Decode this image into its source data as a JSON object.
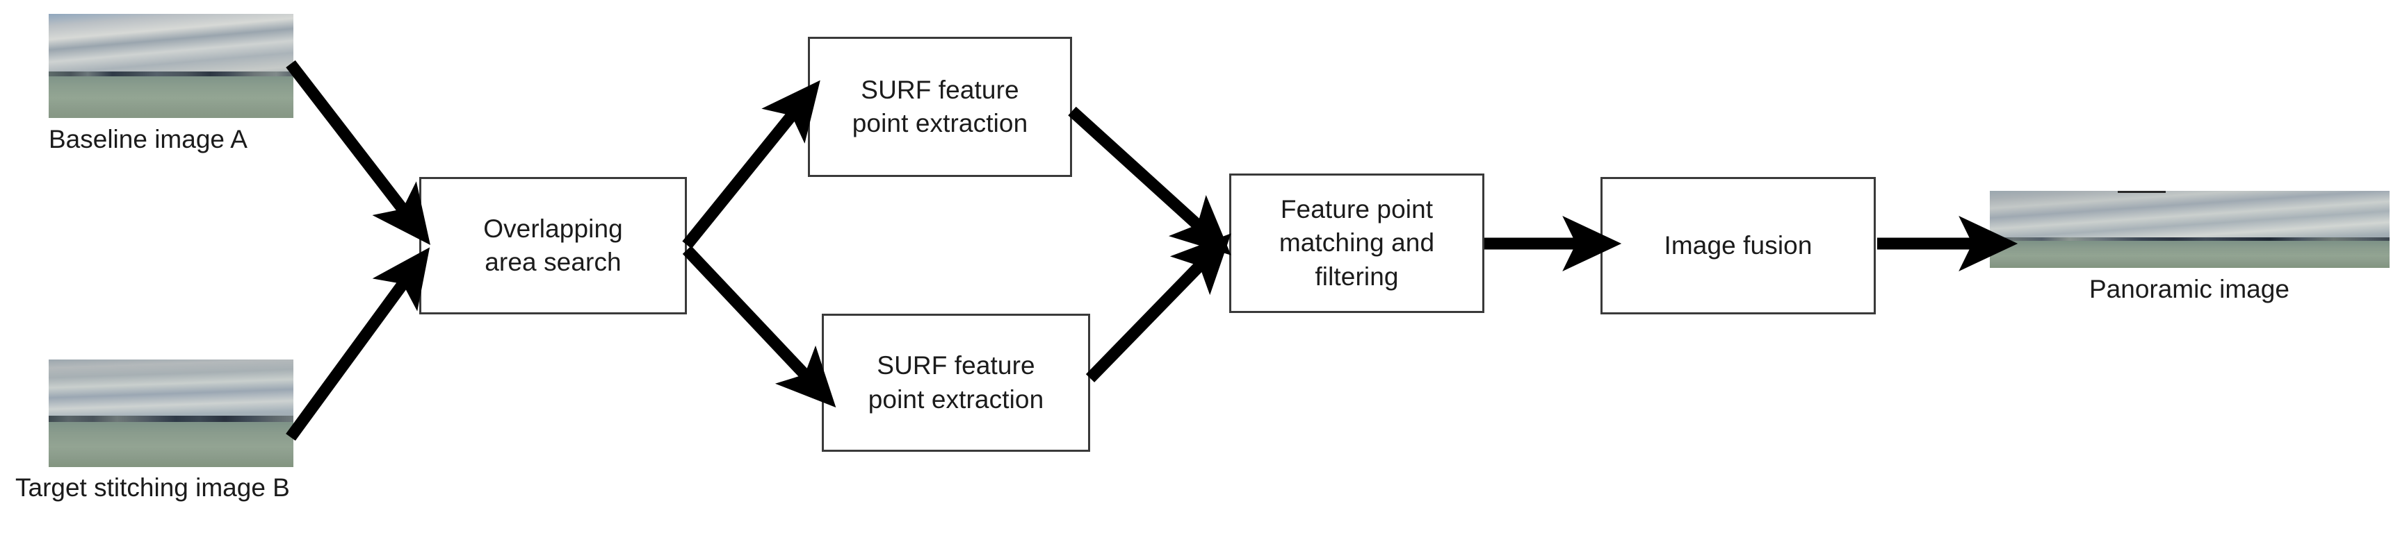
{
  "diagram": {
    "title": "Image stitching pipeline flowchart",
    "background_color": "#ffffff",
    "box_border_color": "#3a3a3a",
    "arrow_color": "#000000",
    "text_color": "#1b1b1b"
  },
  "inputs": [
    {
      "id": "baseline-image-a",
      "caption": "Baseline image A",
      "icon": "photo-seascape-skyline-icon"
    },
    {
      "id": "target-stitching-image-b",
      "caption": "Target stitching image B",
      "icon": "photo-seascape-skyline-icon"
    }
  ],
  "boxes": [
    {
      "id": "overlapping-area-search",
      "lines": [
        "Overlapping",
        "area search"
      ]
    },
    {
      "id": "surf-feature-point-extraction-top",
      "lines": [
        "SURF feature",
        "point extraction"
      ]
    },
    {
      "id": "surf-feature-point-extraction-bottom",
      "lines": [
        "SURF feature",
        "point extraction"
      ]
    },
    {
      "id": "feature-point-matching-and-filtering",
      "lines": [
        "Feature point",
        "matching and",
        "filtering"
      ]
    },
    {
      "id": "image-fusion",
      "lines": [
        "Image fusion"
      ]
    }
  ],
  "output": {
    "id": "panoramic-image",
    "caption": "Panoramic image",
    "icon": "photo-panorama-skyline-icon"
  },
  "edges": [
    {
      "id": "edge-a-to-overlap",
      "from": "baseline-image-a",
      "to": "overlapping-area-search",
      "style": "arrow"
    },
    {
      "id": "edge-b-to-overlap",
      "from": "target-stitching-image-b",
      "to": "overlapping-area-search",
      "style": "arrow"
    },
    {
      "id": "edge-overlap-to-surf-top",
      "from": "overlapping-area-search",
      "to": "surf-feature-point-extraction-top",
      "style": "arrow"
    },
    {
      "id": "edge-overlap-to-surf-bottom",
      "from": "overlapping-area-search",
      "to": "surf-feature-point-extraction-bottom",
      "style": "arrow"
    },
    {
      "id": "edge-surf-top-to-matching",
      "from": "surf-feature-point-extraction-top",
      "to": "feature-point-matching-and-filtering",
      "style": "arrow"
    },
    {
      "id": "edge-surf-bottom-to-matching",
      "from": "surf-feature-point-extraction-bottom",
      "to": "feature-point-matching-and-filtering",
      "style": "arrow"
    },
    {
      "id": "edge-matching-to-fusion",
      "from": "feature-point-matching-and-filtering",
      "to": "image-fusion",
      "style": "arrow"
    },
    {
      "id": "edge-fusion-to-panorama",
      "from": "image-fusion",
      "to": "panoramic-image",
      "style": "arrow"
    }
  ]
}
